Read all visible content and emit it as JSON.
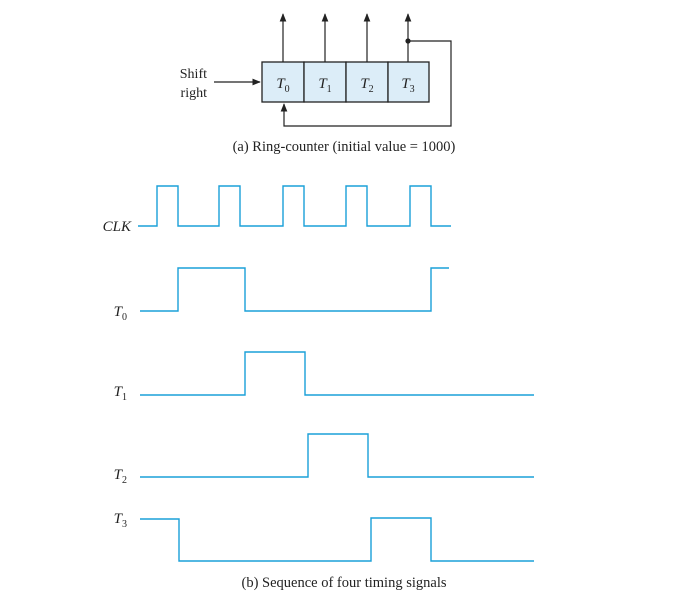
{
  "ring_counter": {
    "input_label": {
      "line1": "Shift",
      "line2": "right"
    },
    "cells": [
      {
        "base": "T",
        "sub": "0"
      },
      {
        "base": "T",
        "sub": "1"
      },
      {
        "base": "T",
        "sub": "2"
      },
      {
        "base": "T",
        "sub": "3"
      }
    ],
    "caption": "(a) Ring-counter (initial value = 1000)"
  },
  "timing": {
    "signals": [
      {
        "base": "CLK",
        "sub": ""
      },
      {
        "base": "T",
        "sub": "0"
      },
      {
        "base": "T",
        "sub": "1"
      },
      {
        "base": "T",
        "sub": "2"
      },
      {
        "base": "T",
        "sub": "3"
      }
    ],
    "caption": "(b) Sequence of four timing signals"
  },
  "colors": {
    "wave": "#1aa0d8",
    "cell_fill": "#dcedf8",
    "line": "#222222"
  }
}
